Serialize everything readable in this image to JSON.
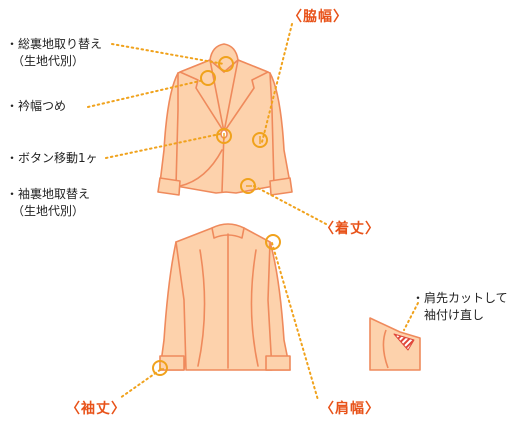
{
  "labels": {
    "total_lining": {
      "line1": "・総裏地取り替え",
      "line2": "（生地代別）"
    },
    "collar_width": "・衿幅つめ",
    "button_move": "・ボタン移動1ヶ",
    "sleeve_lining": {
      "line1": "・袖裏地取替え",
      "line2": "（生地代別）"
    },
    "shoulder_cut": {
      "line1": "・肩先カットして",
      "line2": "袖付け直し"
    }
  },
  "highlights": {
    "side_width": "〈脇幅〉",
    "jacket_length": "〈着丈〉",
    "sleeve_length": "〈袖丈〉",
    "shoulder_width": "〈肩幅〉"
  },
  "colors": {
    "garment_fill": "#fdd2ac",
    "garment_stroke": "#ef8a5c",
    "marker": "#f0a21c",
    "leader": "#f0a21c",
    "highlight_text": "#e8531a",
    "stripe": "#e0473a"
  }
}
